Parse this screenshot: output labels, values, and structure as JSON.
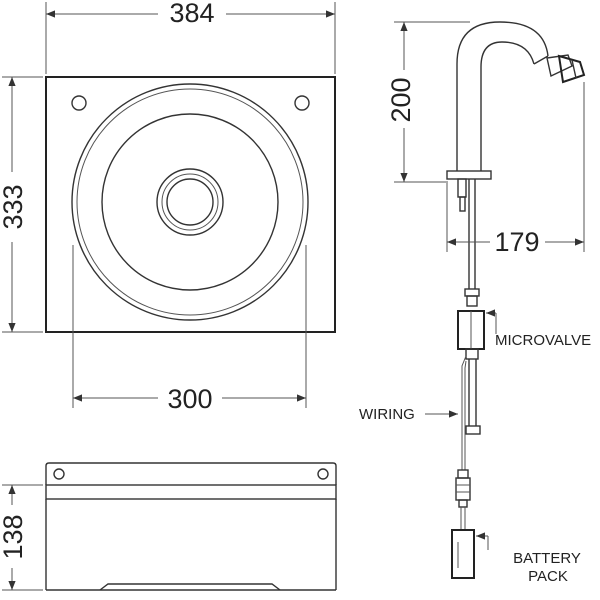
{
  "dimensions": {
    "width_top": "384",
    "height_left": "333",
    "bowl_width": "300",
    "depth_front": "138",
    "tap_height": "200",
    "tap_reach": "179"
  },
  "labels": {
    "microvalve": "MICROVALVE",
    "wiring": "WIRING",
    "battery_line1": "BATTERY",
    "battery_line2": "PACK"
  }
}
